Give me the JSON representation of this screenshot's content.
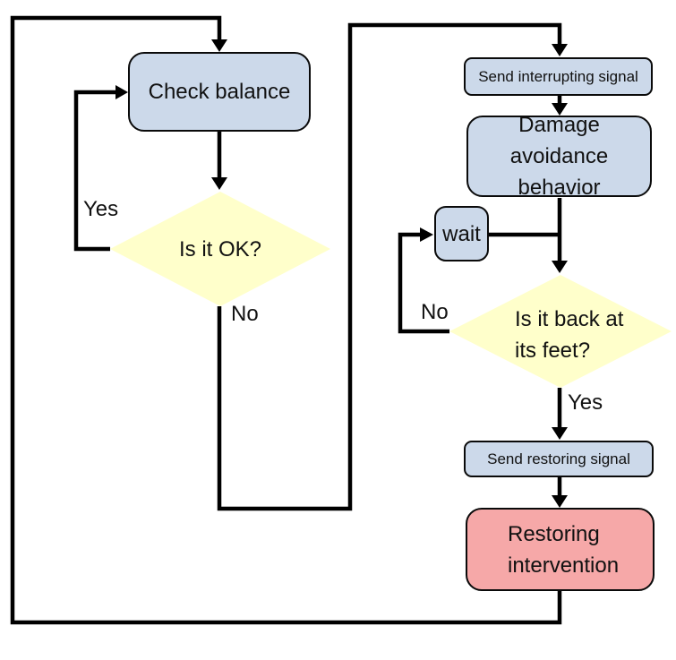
{
  "diagram": {
    "title": "balance-restoring control flowchart",
    "colors": {
      "process_fill": "#ccd9ea",
      "decision_fill": "#ffffcb",
      "alert_fill": "#f6a8a8",
      "line_stroke": "#000000",
      "background": "#ffffff"
    },
    "nodes": {
      "check_balance": {
        "label": "Check balance"
      },
      "is_it_ok": {
        "label": "Is it OK?"
      },
      "send_interrupting": {
        "label": "Send interrupting signal"
      },
      "damage_avoidance": {
        "lines": [
          "Damage avoidance",
          "behavior"
        ]
      },
      "wait": {
        "label": "wait"
      },
      "is_it_back": {
        "lines": [
          "Is it back at",
          "its feet?"
        ]
      },
      "send_restoring": {
        "label": "Send restoring signal"
      },
      "restoring_intervention": {
        "lines": [
          "Restoring",
          "intervention"
        ]
      }
    },
    "edge_labels": {
      "check_yes": "Yes",
      "check_no": "No",
      "back_no": "No",
      "back_yes": "Yes"
    }
  }
}
